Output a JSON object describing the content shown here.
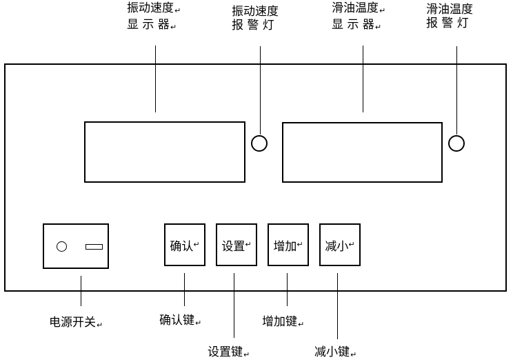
{
  "labels": {
    "vib_display": [
      "振动速度",
      "显 示 器"
    ],
    "vib_lamp": [
      "振动速度",
      "报 警 灯"
    ],
    "oil_display": [
      "滑油温度",
      "显 示 器"
    ],
    "oil_lamp": [
      "滑油温度",
      "报 警 灯"
    ],
    "power_switch": "电源开关",
    "confirm_key": "确认键",
    "set_key": "设置键",
    "increase_key": "增加键",
    "decrease_key": "减小键"
  },
  "keys": {
    "confirm": "确认",
    "set": "设置",
    "increase": "增加",
    "decrease": "减小"
  },
  "return_mark": "↵"
}
